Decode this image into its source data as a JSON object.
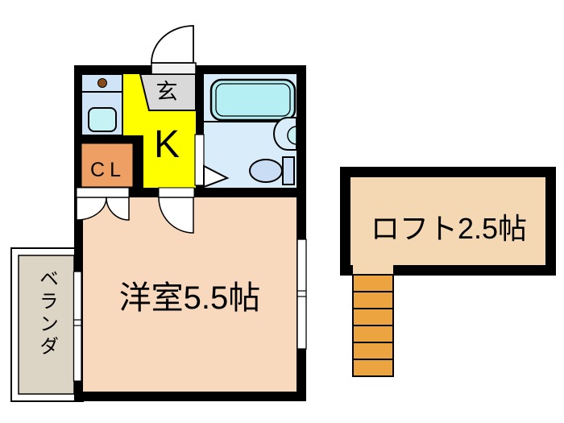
{
  "labels": {
    "entrance": "玄",
    "kitchen": "K",
    "closet": "CL",
    "main_room": "洋室5.5帖",
    "loft": "ロフト2.5帖",
    "balcony": "ベランダ"
  },
  "colors": {
    "wall": "#000000",
    "kitchen": "#ffff00",
    "entrance_floor": "#d9d9d9",
    "closet": "#ee9f63",
    "main_room": "#f8d9be",
    "loft": "#f4d8b4",
    "balcony": "#dcd4c5",
    "bathroom_floor": "#d9ecf9",
    "bathtub": "#b6eff3",
    "kitchen_counter": "#cfe4f7",
    "kitchen_sink": "#c6f1f5",
    "toilet": "#c9def5",
    "ladder": "#eba43f",
    "stove_burner": "#8a4a1a",
    "door_sill": "#f2f2f2"
  },
  "fixtures": [
    "entrance-door",
    "kitchen-counter",
    "stove-burner",
    "kitchen-sink",
    "bathtub",
    "wash-basin",
    "toilet",
    "bathroom-sliding-door",
    "closet-bifold-doors",
    "room-door",
    "window-left",
    "window-right",
    "loft-ladder"
  ]
}
